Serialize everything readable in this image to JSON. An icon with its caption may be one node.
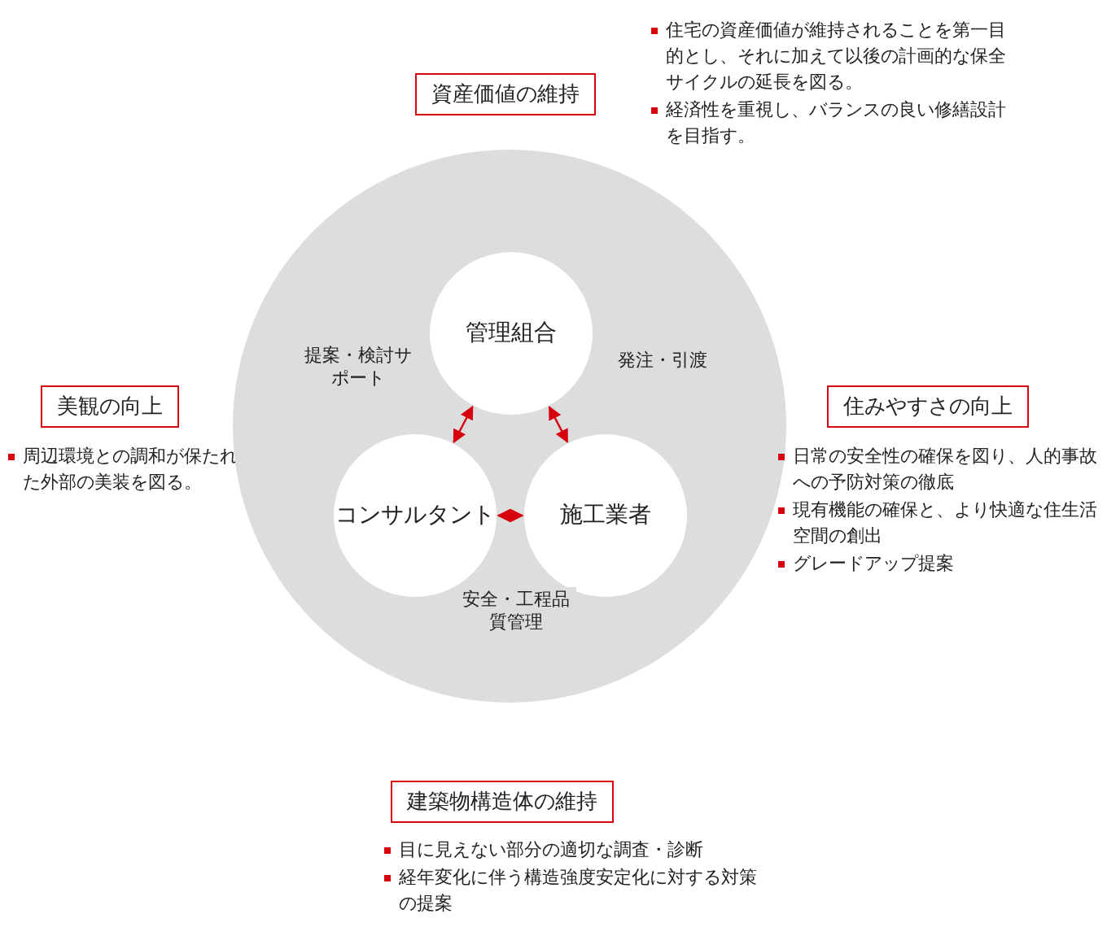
{
  "diagram": {
    "nodes": [
      {
        "text": [
          "資産価値の維持"
        ],
        "beside": [
          "住宅の資産価値が維持されることを第一目的とし、それに加えて以後の計画的な保全サイクルの延長を図る。",
          "経済性を重視し、バランスの良い修繕設計を目指す。"
        ]
      },
      {
        "text": [
          "美観の向上"
        ],
        "beside": [
          "周辺環境との調和が保たれた外部の美装を図る。"
        ]
      },
      {
        "text": [],
        "shape": "circle"
      },
      {
        "text": [
          "管理組合"
        ],
        "in": 2
      },
      {
        "text": [
          "コンサルタント"
        ],
        "in": 2
      },
      {
        "text": [
          "施工業者"
        ],
        "in": 2
      },
      {
        "text": [
          "住みやすさの向上"
        ],
        "beside": [
          "日常の安全性の確保を図り、人的事故への予防対策の徹底",
          "現有機能の確保と、より快適な住生活空間の創出",
          "グレードアップ提案"
        ]
      },
      {
        "text": [
          "建築物構造体の維持"
        ],
        "beside": [
          "目に見えない部分の適切な調査・診断",
          "経年変化に伴う構造強度安定化に対する対策の提案"
        ]
      }
    ],
    "edges": [
      {
        "from": 3,
        "to": 4,
        "arrow": "both",
        "label": "提案・検討サポート"
      },
      {
        "from": 3,
        "to": 5,
        "arrow": "both",
        "label": "発注・引渡"
      },
      {
        "from": 4,
        "to": 5,
        "arrow": "both",
        "label": "安全・工程品質管理"
      }
    ]
  }
}
